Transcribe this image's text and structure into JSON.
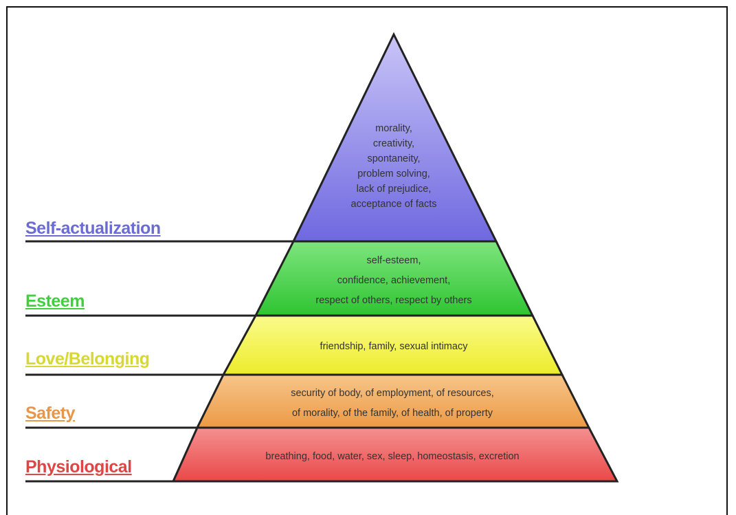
{
  "pyramid": {
    "levels": [
      {
        "name": "Self-actualization",
        "color": "#8c86e6",
        "label_color": "#6b6bd6",
        "needs": [
          "morality,",
          "creativity,",
          "spontaneity,",
          "problem solving,",
          "lack of prejudice,",
          "acceptance of facts"
        ]
      },
      {
        "name": "Esteem",
        "color": "#48d04a",
        "label_color": "#3fcf3f",
        "needs": [
          "self-esteem,",
          "confidence, achievement,",
          "respect of others, respect by others"
        ]
      },
      {
        "name": "Love/Belonging",
        "color": "#f2f23a",
        "label_color": "#d8d832",
        "needs": [
          "friendship, family, sexual intimacy"
        ]
      },
      {
        "name": "Safety",
        "color": "#f0a85a",
        "label_color": "#e8964a",
        "needs": [
          "security of body, of employment, of resources,",
          "of morality, of the family, of health, of property"
        ]
      },
      {
        "name": "Physiological",
        "color": "#ef5f5f",
        "label_color": "#e04545",
        "needs": [
          "breathing, food, water, sex, sleep, homeostasis, excretion"
        ]
      }
    ]
  }
}
